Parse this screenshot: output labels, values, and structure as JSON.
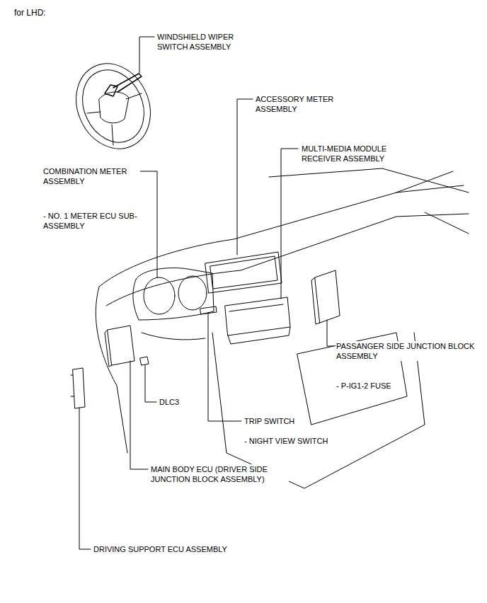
{
  "diagram": {
    "title": "for LHD:",
    "labels": [
      "WINDSHIELD WIPER SWITCH ASSEMBLY",
      "ACCESSORY METER ASSEMBLY",
      "MULTI-MEDIA MODULE RECEIVER ASSEMBLY",
      "COMBINATION METER ASSEMBLY",
      "- NO. 1 METER ECU SUB-ASSEMBLY",
      "PASSANGER SIDE JUNCTION BLOCK ASSEMBLY",
      "- P-IG1-2 FUSE",
      "DLC3",
      "TRIP SWITCH",
      "- NIGHT VIEW SWITCH",
      "MAIN BODY ECU (DRIVER SIDE JUNCTION BLOCK ASSEMBLY)",
      "DRIVING SUPPORT ECU ASSEMBLY"
    ]
  }
}
